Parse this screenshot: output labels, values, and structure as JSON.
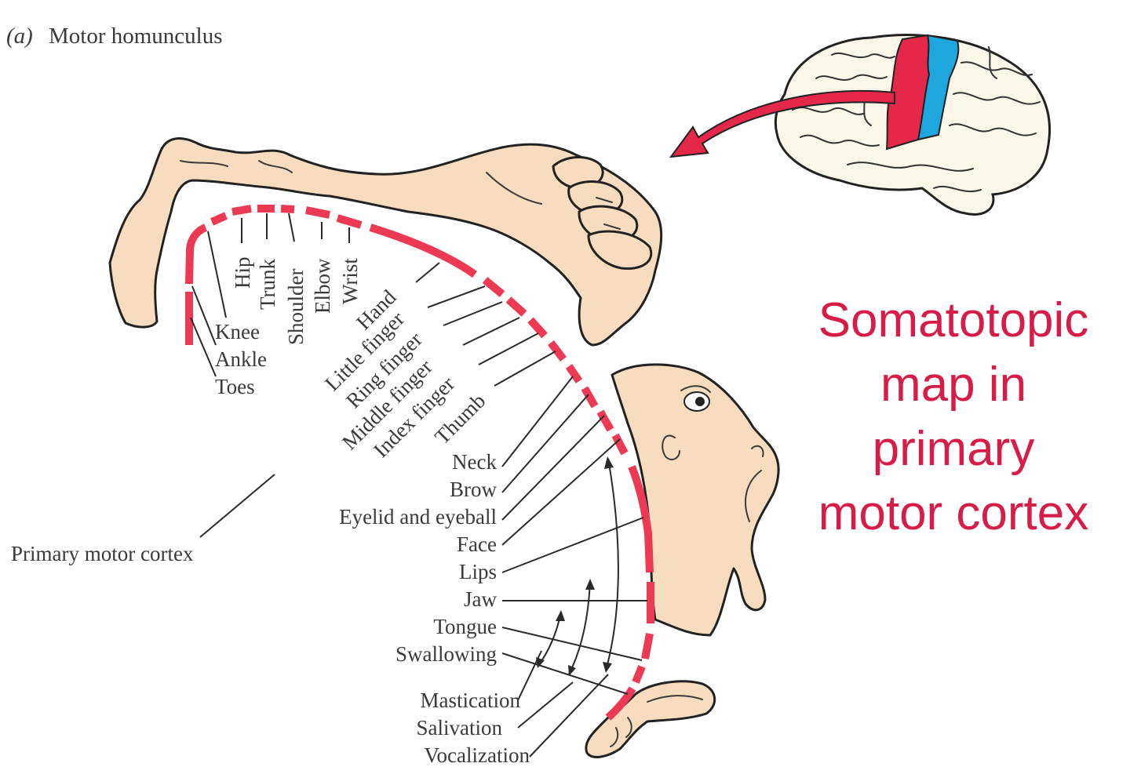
{
  "figure": {
    "panel_letter": "(a)",
    "title": "Motor homunculus"
  },
  "headline": {
    "lines": [
      "Somatotopic",
      "map in",
      "primary",
      "motor cortex"
    ],
    "color": "#d81c48"
  },
  "cortex_label": "Primary motor cortex",
  "body_labels": {
    "hip": "Hip",
    "trunk": "Trunk",
    "shoulder": "Shoulder",
    "elbow": "Elbow",
    "wrist": "Wrist",
    "hand": "Hand",
    "little_finger": "Little finger",
    "ring_finger": "Ring finger",
    "middle_finger": "Middle finger",
    "index_finger": "Index finger",
    "thumb": "Thumb",
    "knee": "Knee",
    "ankle": "Ankle",
    "toes": "Toes",
    "neck": "Neck",
    "brow": "Brow",
    "eyelid": "Eyelid and eyeball",
    "face": "Face",
    "lips": "Lips",
    "jaw": "Jaw",
    "tongue": "Tongue",
    "swallowing": "Swallowing",
    "mastication": "Mastication",
    "salivation": "Salivation",
    "vocalization": "Vocalization"
  },
  "colors": {
    "motor_cortex": "#e5284a",
    "sensory_cortex": "#1ea6df",
    "skin": "#f8dcc0",
    "arrow": "#e5284a"
  }
}
